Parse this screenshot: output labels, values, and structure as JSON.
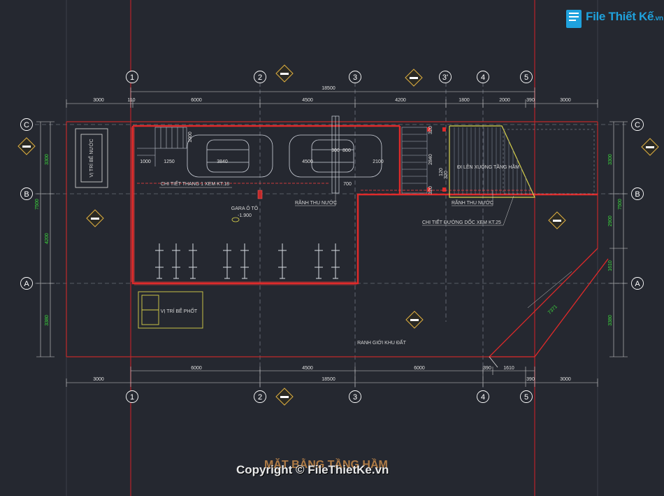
{
  "drawing": {
    "title": "MẶT BẰNG TẦNG HẦM",
    "watermark": "Copyright © FileThietKe.vn",
    "logo": {
      "main": "File Thiết Kế",
      "suffix": ".vn"
    }
  },
  "axes_columns": [
    "1",
    "2",
    "3",
    "3'",
    "4",
    "5"
  ],
  "axes_rows": [
    "C",
    "B",
    "A"
  ],
  "dims_top": {
    "total": "18500",
    "parts": [
      "3000",
      "110",
      "6000",
      "4500",
      "4200",
      "1800",
      "2000",
      "390",
      "3000"
    ]
  },
  "dims_bottom": {
    "total": "18500",
    "inner": [
      "6000",
      "4500",
      "6000",
      "390",
      "1610",
      "390"
    ],
    "outer_left": "3000",
    "outer_right": "3000"
  },
  "dims_left": [
    "3300",
    "7500",
    "4200",
    "3380"
  ],
  "dims_right": [
    "3300",
    "7500",
    "2900",
    "1610",
    "3380"
  ],
  "room_labels": {
    "water_tank": "VỊ TRÍ BỂ NƯỚC",
    "septic": "VỊ TRÍ BỂ PHỐT",
    "garage": "GARA Ô TÔ",
    "garage_level": "-1.900",
    "stair_detail": "CHI TIẾT THANG 1 XEM KT.18",
    "drain_1": "RÃNH THU NƯỚC",
    "drain_2": "RÃNH THU NƯỚC",
    "ramp": "ĐI LÊN XUỐNG TẦNG HẦM",
    "ramp_detail": "CHI TIẾT ĐƯỜNG DỐC XEM KT.25",
    "boundary": "RANH GIỚI KHU ĐẤT",
    "diag_dim": "7371"
  },
  "inner_dims": [
    "1000",
    "1250",
    "3840",
    "4500",
    "2100",
    "300",
    "800",
    "700",
    "1000",
    "320",
    "2840",
    "120",
    "320",
    "320"
  ],
  "colors": {
    "background": "#252830",
    "wall": "#e02a2a",
    "axis_line": "#c0222a",
    "dimension": "#cfcfcf",
    "green_text": "#3ddc3d",
    "symbol": "#e0b040"
  }
}
